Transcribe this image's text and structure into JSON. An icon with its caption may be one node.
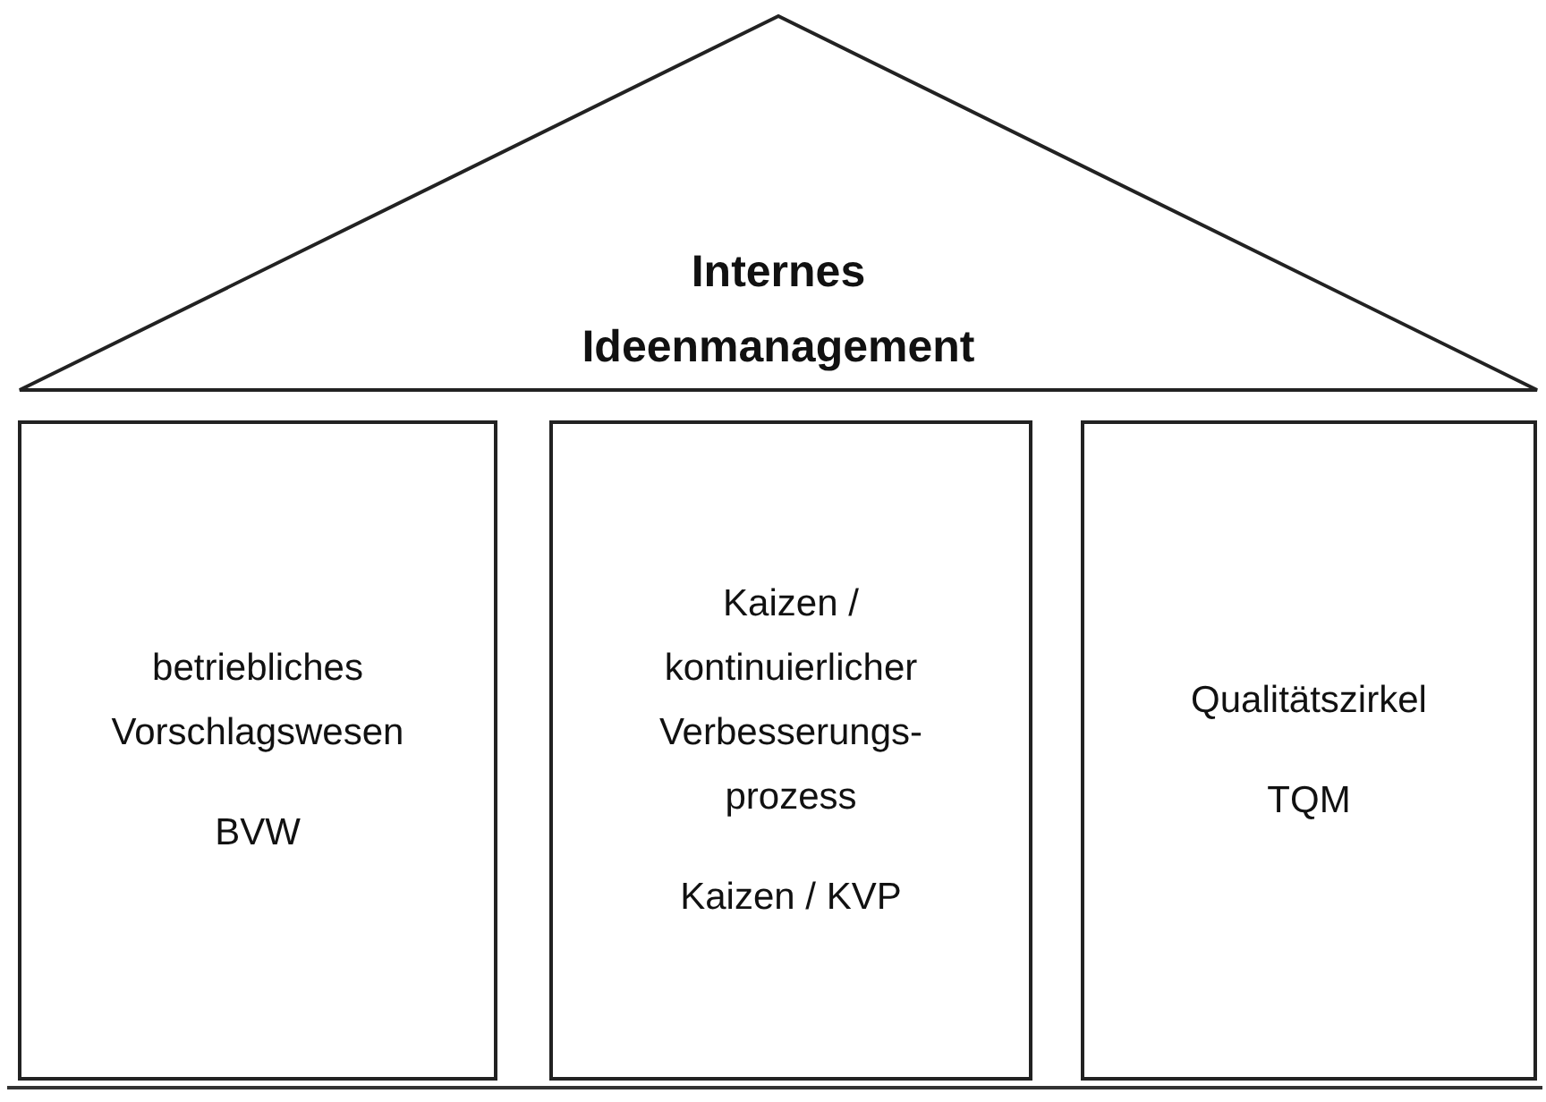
{
  "diagram": {
    "nodes": [
      {
        "text": [
          "Internes Ideenmanagement"
        ]
      },
      {
        "text": [
          "betriebliches Vorschlagswesen",
          "BVW"
        ]
      },
      {
        "text": [
          "Kaizen / kontinuierlicher Verbesserungs- prozess",
          "Kaizen / KVP"
        ]
      },
      {
        "text": [
          "Qualitätszirkel",
          "TQM"
        ]
      }
    ],
    "edges": []
  }
}
